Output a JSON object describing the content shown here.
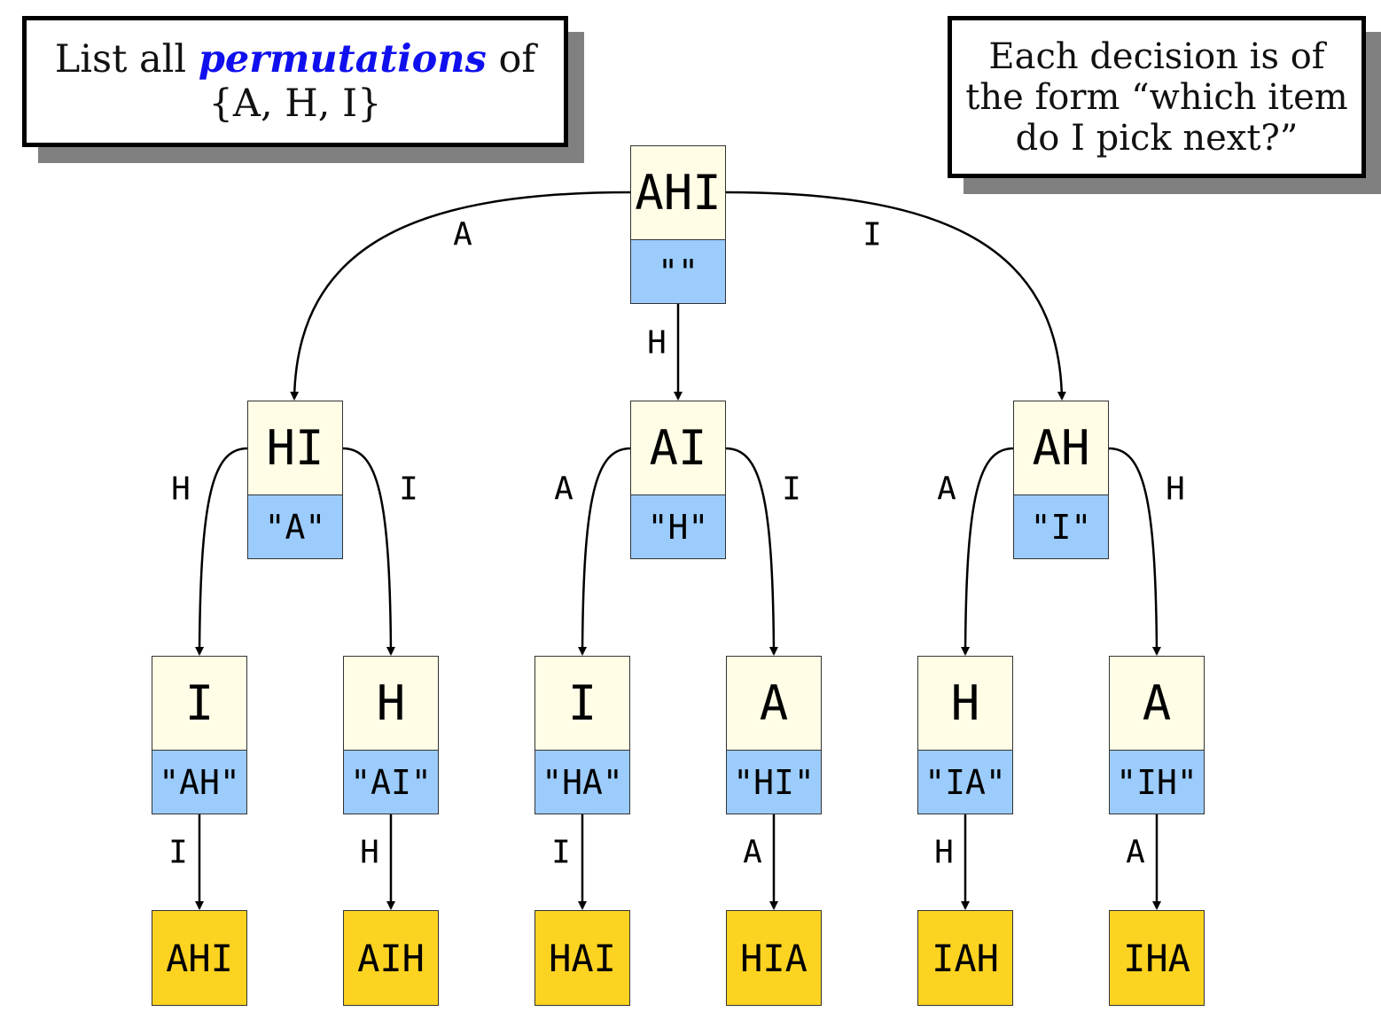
{
  "callouts": {
    "left": {
      "before": "List all ",
      "emphasis": "permutations",
      "after": " of",
      "set": "{A, H, I}"
    },
    "right": {
      "line1": "Each decision is of",
      "line2": "the form “which item",
      "line3": "do I pick next?”"
    }
  },
  "colors": {
    "remaining_fill": "#fffde6",
    "prefix_fill": "#9cccfc",
    "result_fill": "#fcd320",
    "emphasis": "#1010ee",
    "shadow": "#808080"
  },
  "tree": {
    "root": {
      "remaining": "AHI",
      "prefix": "\"\""
    },
    "level1": [
      {
        "remaining": "HI",
        "prefix": "\"A\"",
        "edge": "A"
      },
      {
        "remaining": "AI",
        "prefix": "\"H\"",
        "edge": "H"
      },
      {
        "remaining": "AH",
        "prefix": "\"I\"",
        "edge": "I"
      }
    ],
    "level2": [
      {
        "remaining": "I",
        "prefix": "\"AH\"",
        "edge": "H"
      },
      {
        "remaining": "H",
        "prefix": "\"AI\"",
        "edge": "I"
      },
      {
        "remaining": "I",
        "prefix": "\"HA\"",
        "edge": "A"
      },
      {
        "remaining": "A",
        "prefix": "\"HI\"",
        "edge": "I"
      },
      {
        "remaining": "H",
        "prefix": "\"IA\"",
        "edge": "A"
      },
      {
        "remaining": "A",
        "prefix": "\"IH\"",
        "edge": "H"
      }
    ],
    "leaves": [
      {
        "result": "AHI",
        "edge": "I"
      },
      {
        "result": "AIH",
        "edge": "H"
      },
      {
        "result": "HAI",
        "edge": "I"
      },
      {
        "result": "HIA",
        "edge": "A"
      },
      {
        "result": "IAH",
        "edge": "H"
      },
      {
        "result": "IHA",
        "edge": "A"
      }
    ]
  }
}
